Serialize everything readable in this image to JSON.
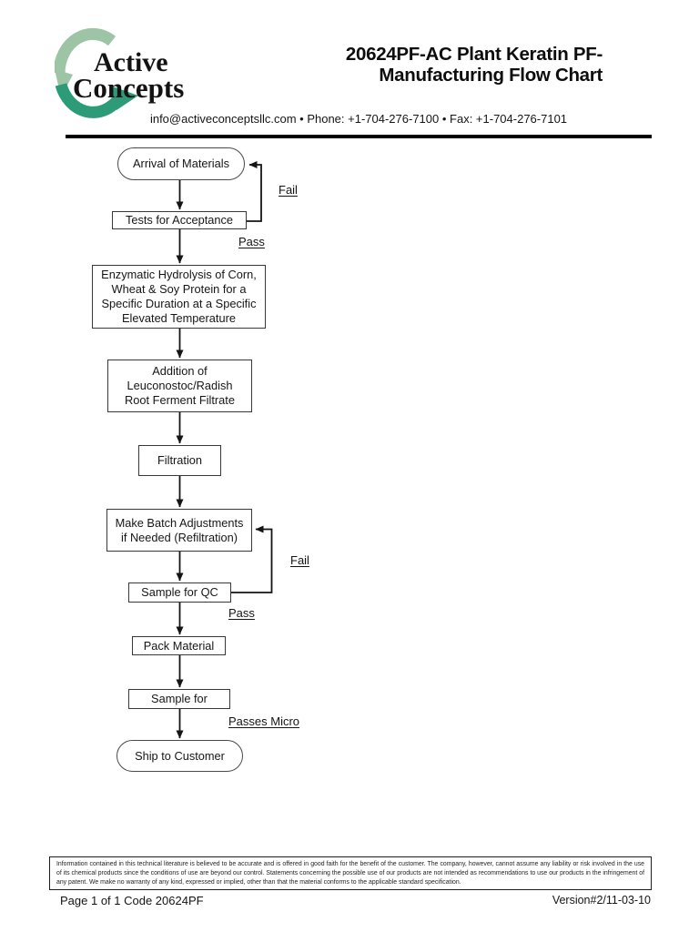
{
  "header": {
    "brand": {
      "name_line1": "Active",
      "name_line2": "Concepts"
    },
    "title_line1": "20624PF-AC Plant Keratin PF-",
    "title_line2": "Manufacturing Flow Chart",
    "contact": "info@activeconceptsllc.com • Phone: +1-704-276-7100 • Fax: +1-704-276-7101"
  },
  "colors": {
    "logo_light_green": "#9CC4A5",
    "logo_dark_green": "#2E9B78"
  },
  "flowchart": {
    "nodes": {
      "arrival": {
        "label": "Arrival of Materials"
      },
      "tests": {
        "label": "Tests for Acceptance"
      },
      "enzymatic": {
        "lines": [
          "Enzymatic Hydrolysis of Corn,",
          "Wheat & Soy Protein for a",
          "Specific Duration at a Specific",
          "Elevated Temperature"
        ]
      },
      "addition": {
        "lines": [
          "Addition of",
          "Leuconostoc/Radish",
          "Root Ferment Filtrate"
        ]
      },
      "filtration": {
        "label": "Filtration"
      },
      "adjustments": {
        "lines": [
          "Make Batch Adjustments",
          "if Needed (Refiltration)"
        ]
      },
      "sample_qc": {
        "label": "Sample for QC"
      },
      "pack": {
        "label": "Pack Material"
      },
      "sample_for": {
        "label": "Sample for"
      },
      "ship": {
        "label": "Ship to Customer"
      }
    },
    "labels": {
      "fail_top": "Fail",
      "pass_top": "Pass",
      "fail_mid": "Fail",
      "pass_mid": "Pass",
      "passes_micro": "Passes Micro"
    }
  },
  "footer": {
    "disclaimer": "Information contained in this technical literature is believed to be accurate and is offered in good faith for the benefit of the customer. The company, however, cannot assume any liability or risk involved in the use of its chemical products since the conditions of use are beyond our control. Statements concerning the possible use of our products are not intended as recommendations to use our products in the infringement of any patent. We make no warranty of any kind, expressed or implied, other than that the material conforms to the applicable standard specification.",
    "page_info": "Page 1 of 1 Code 20624PF",
    "version": "Version#2/11-03-10"
  }
}
